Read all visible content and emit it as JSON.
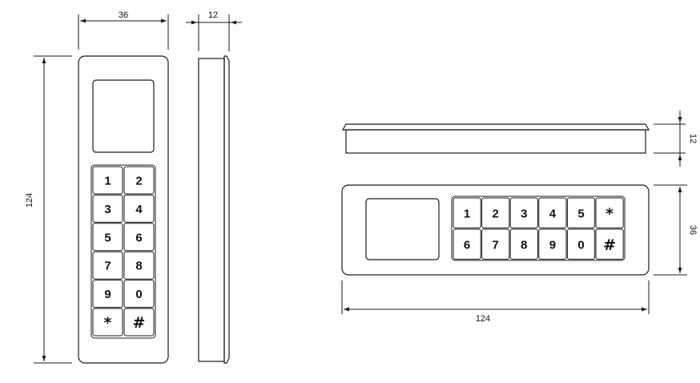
{
  "dimensions": {
    "width": "36",
    "depth": "12",
    "length": "124"
  },
  "keypad": {
    "vertical_keys": [
      "1",
      "2",
      "3",
      "4",
      "5",
      "6",
      "7",
      "8",
      "9",
      "0",
      "*",
      "#"
    ],
    "horizontal_top_row": [
      "1",
      "2",
      "3",
      "4",
      "5",
      "*"
    ],
    "horizontal_bottom_row": [
      "6",
      "7",
      "8",
      "9",
      "0",
      "#"
    ]
  }
}
